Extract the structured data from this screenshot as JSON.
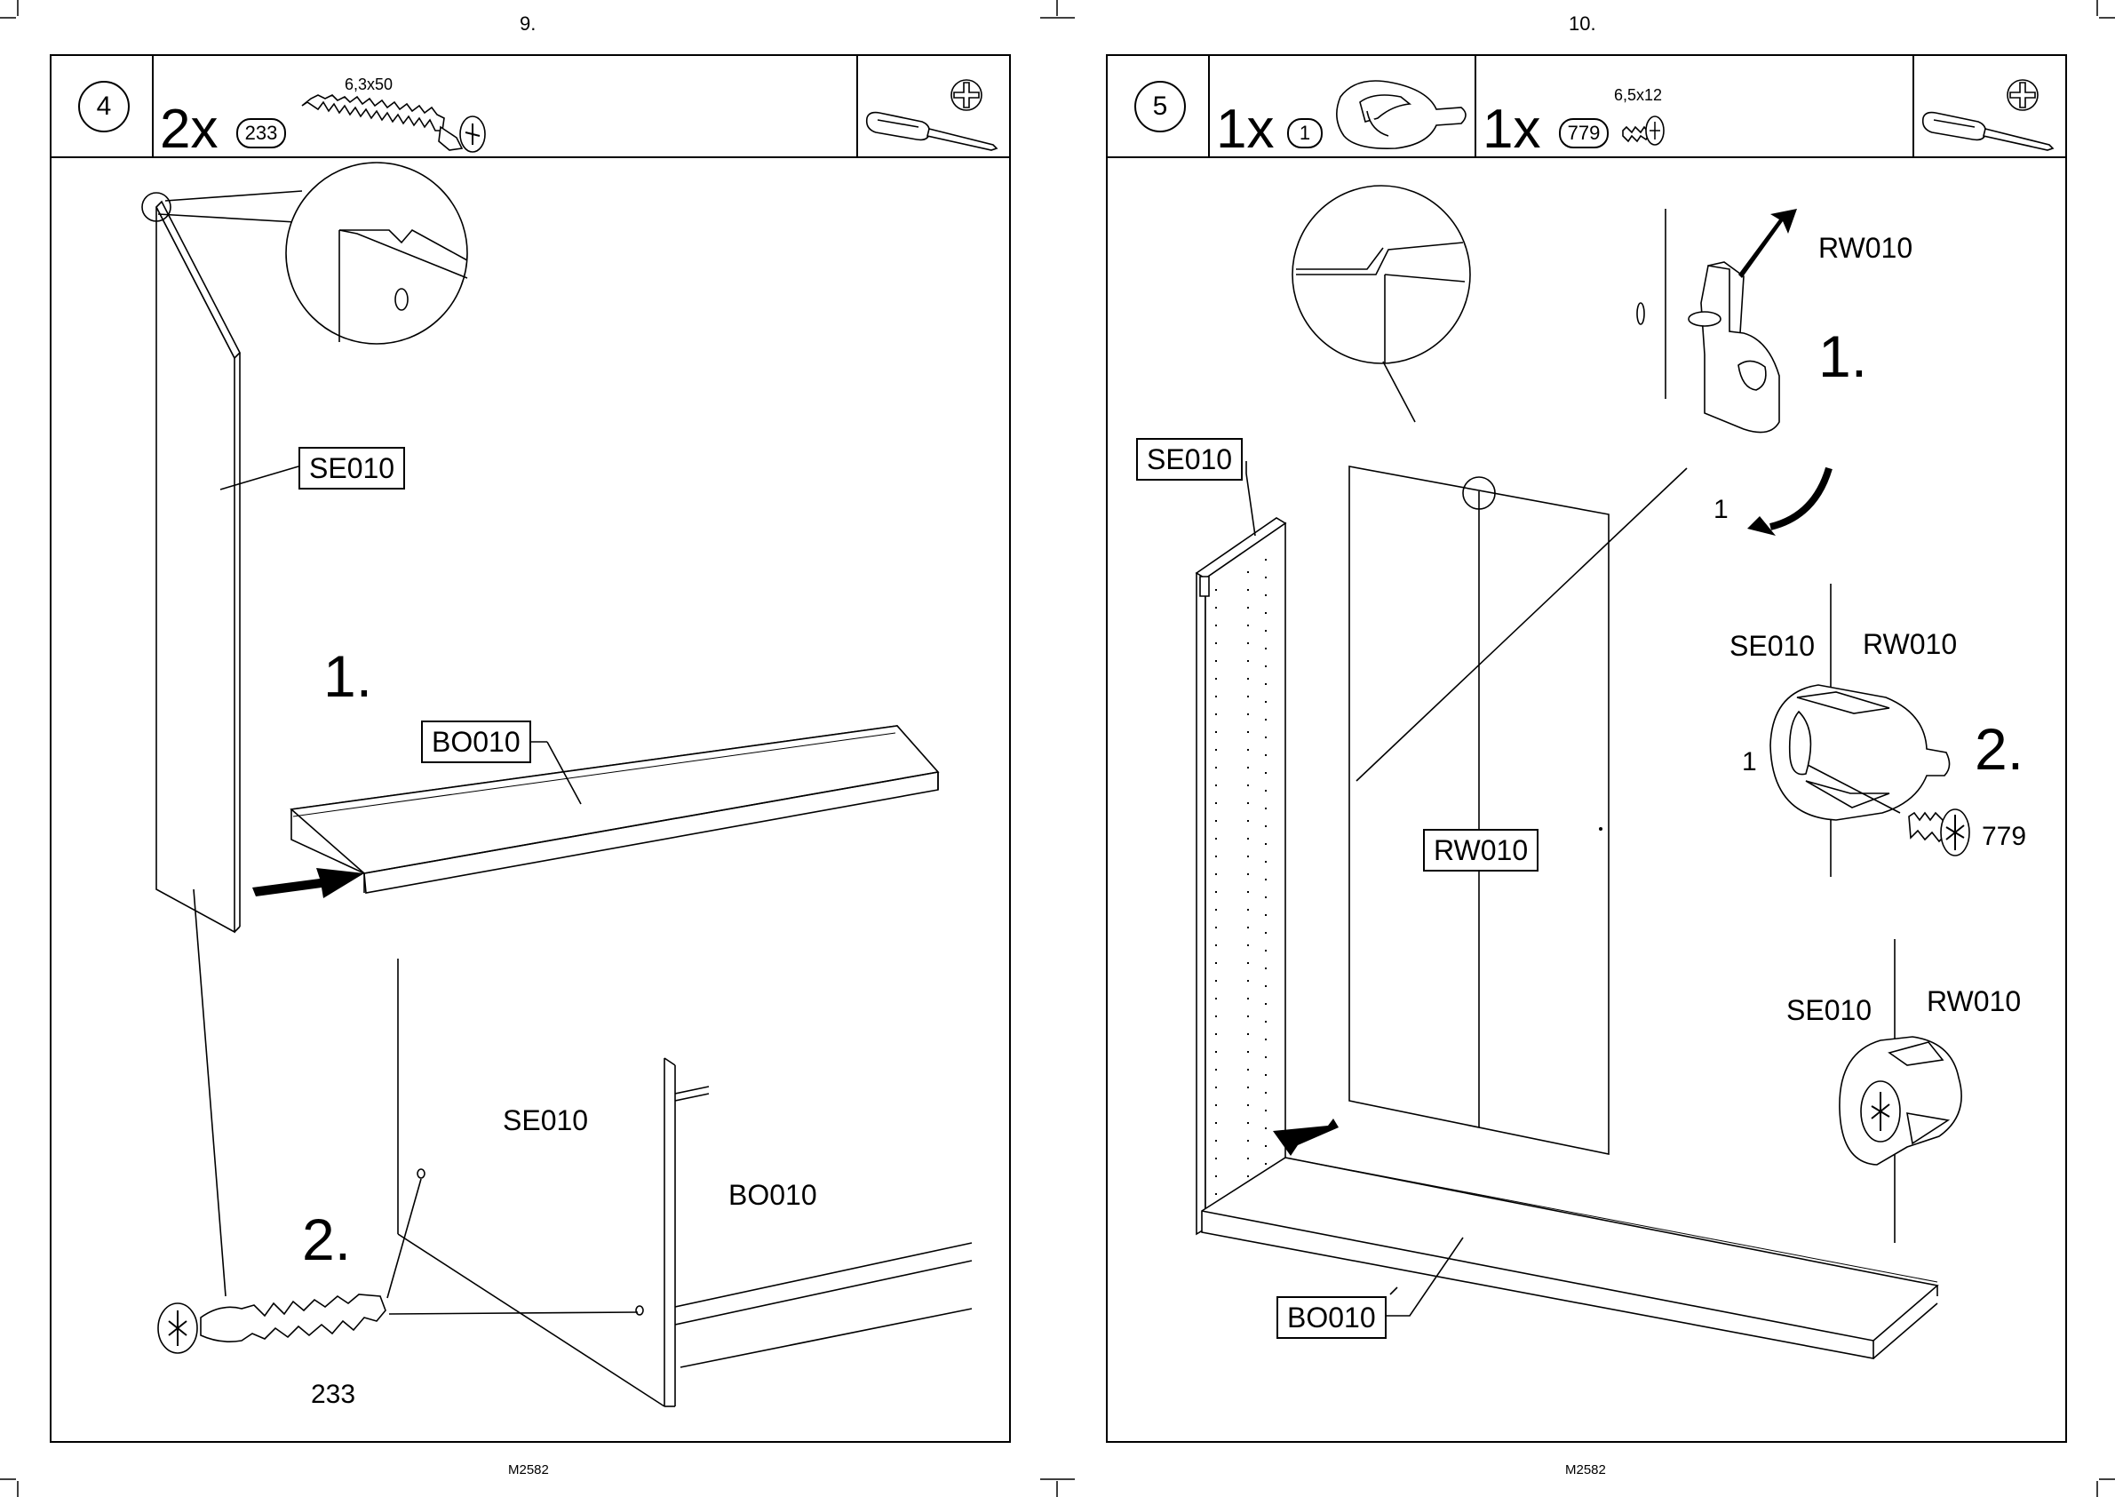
{
  "left_page": {
    "page_number": "9.",
    "footer_code": "M2582",
    "step_number": "4",
    "parts": [
      {
        "quantity": "2x",
        "part_id": "233",
        "size": "6,3x50"
      }
    ],
    "labels": {
      "side_panel": "SE010",
      "bottom_board": "BO010",
      "detail_side": "SE010",
      "detail_bottom": "BO010",
      "screw_number": "233"
    },
    "substeps": [
      "1.",
      "2."
    ],
    "icons": [
      "screwdriver-icon",
      "phillips-head-icon"
    ]
  },
  "right_page": {
    "page_number": "10.",
    "footer_code": "M2582",
    "step_number": "5",
    "parts": [
      {
        "quantity": "1x",
        "part_id": "1"
      },
      {
        "quantity": "1x",
        "part_id": "779",
        "size": "6,5x12"
      }
    ],
    "labels": {
      "side_panel": "SE010",
      "back_wall": "RW010",
      "bottom_board": "BO010",
      "detail1_back": "RW010",
      "detail1_part": "1",
      "detail2_side": "SE010",
      "detail2_back": "RW010",
      "detail2_part": "1",
      "detail2_screw": "779",
      "detail3_side": "SE010",
      "detail3_back": "RW010"
    },
    "substeps": [
      "1.",
      "2."
    ],
    "icons": [
      "screwdriver-icon",
      "phillips-head-icon"
    ]
  }
}
